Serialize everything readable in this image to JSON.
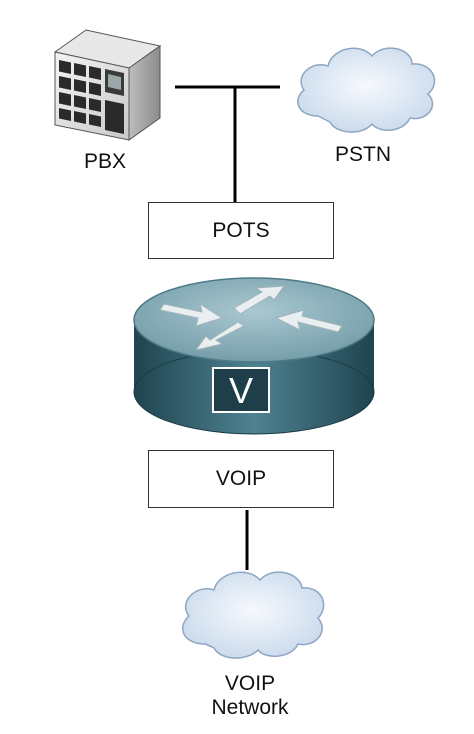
{
  "nodes": {
    "pbx": {
      "label": "PBX",
      "icon": "pbx-server-icon"
    },
    "pstn": {
      "label": "PSTN",
      "icon": "cloud-icon"
    },
    "pots": {
      "label": "POTS"
    },
    "router": {
      "icon": "voice-router-icon",
      "badge": "V"
    },
    "voip": {
      "label": "VOIP"
    },
    "voip_network": {
      "label_line1": "VOIP",
      "label_line2": "Network",
      "icon": "cloud-icon"
    }
  },
  "colors": {
    "router_body": "#3d6b78",
    "router_top": "#8fb3bd",
    "cloud_fill": "#dde8f3",
    "cloud_stroke": "#8ea6c2",
    "line": "#000000"
  }
}
